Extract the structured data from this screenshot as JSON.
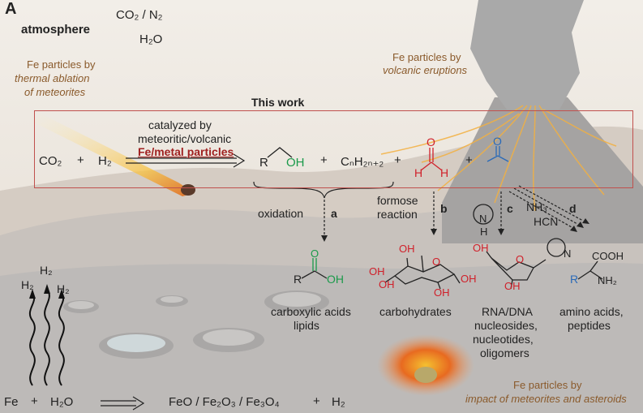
{
  "panel_label": "A",
  "atmosphere": {
    "label": "atmosphere",
    "gases": "CO₂ / N₂",
    "water": "H₂O"
  },
  "fe_sources": {
    "ablation": {
      "line1": "Fe particles by",
      "line2": "thermal ablation",
      "line3": "of meteorites"
    },
    "volcanic": {
      "line1": "Fe particles by",
      "line2": "volcanic eruptions"
    },
    "impact": {
      "line1": "Fe particles by",
      "line2": "impact of meteorites and asteroids"
    }
  },
  "this_work": {
    "title": "This work",
    "catalyst_line1": "catalyzed by",
    "catalyst_line2": "meteoritic/volcanic",
    "catalyst_line3": "Fe/metal particles",
    "reactant1": "CO₂",
    "plus1": "+",
    "reactant2": "H₂",
    "product_alkane": "CₙH₂ₙ₊₂",
    "plus": "+"
  },
  "pathways": {
    "a": {
      "letter": "a",
      "label": "oxidation"
    },
    "b": {
      "letter": "b",
      "label_line1": "formose",
      "label_line2": "reaction"
    },
    "c": {
      "letter": "c"
    },
    "d": {
      "letter": "d",
      "reagent1": "NH₃",
      "reagent2": "HCN"
    }
  },
  "products": {
    "acids": {
      "line1": "carboxylic acids",
      "line2": "lipids"
    },
    "carbs": {
      "line1": "carbohydrates"
    },
    "rna": {
      "line1": "RNA/DNA",
      "line2": "nucleosides,",
      "line3": "nucleotides,",
      "line4": "oligomers"
    },
    "amino": {
      "line1": "amino acids,",
      "line2": "peptides"
    }
  },
  "bottom_equation": {
    "fe": "Fe",
    "plus1": "+",
    "h2o": "H₂O",
    "products": "FeO / Fe₂O₃ / Fe₃O₄",
    "plus2": "+",
    "h2": "H₂"
  },
  "h2_labels": [
    "H₂",
    "H₂",
    "H₂"
  ],
  "atom_labels": {
    "R": "R",
    "OH": "OH",
    "O": "O",
    "H": "H",
    "N": "N",
    "COOH": "COOH",
    "NH2": "NH₂"
  },
  "colors": {
    "green": "#1a9a4a",
    "red": "#d0202a",
    "blue": "#2a6ab8",
    "box": "#c0504d",
    "brown": "#8a5a2b",
    "catalyst": "#a02020"
  }
}
